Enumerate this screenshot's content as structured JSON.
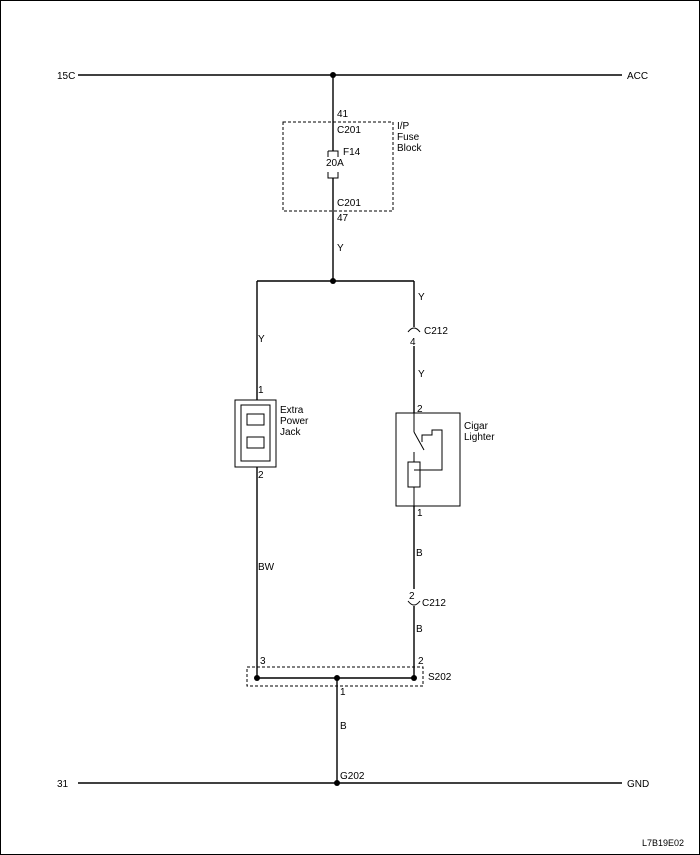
{
  "rails": {
    "top_left": "15C",
    "top_right": "ACC",
    "bottom_left": "31",
    "bottom_right": "GND"
  },
  "fuse_block": {
    "label_line1": "I/P",
    "label_line2": "Fuse",
    "label_line3": "Block",
    "pin_in": "41",
    "connector_in": "C201",
    "fuse_id": "F14",
    "fuse_rating": "20A",
    "connector_out": "C201",
    "pin_out": "47"
  },
  "wires": {
    "feed": "Y",
    "left_upper": "Y",
    "right_upper": "Y",
    "right_mid": "Y",
    "left_lower": "BW",
    "right_lower": "B",
    "right_lowest": "B",
    "ground_drop": "B"
  },
  "power_jack": {
    "label_line1": "Extra",
    "label_line2": "Power",
    "label_line3": "Jack",
    "pin_top": "1",
    "pin_bottom": "2"
  },
  "cigar_lighter": {
    "label_line1": "Cigar",
    "label_line2": "Lighter",
    "pin_top": "2",
    "pin_bottom": "1"
  },
  "connectors": {
    "c212_upper_pin": "4",
    "c212_upper_name": "C212",
    "c212_lower_pin": "2",
    "c212_lower_name": "C212"
  },
  "splice": {
    "name": "S202",
    "pin_left": "3",
    "pin_right": "2",
    "pin_bottom": "1"
  },
  "ground": {
    "name": "G202"
  },
  "figure_code": "L7B19E02"
}
